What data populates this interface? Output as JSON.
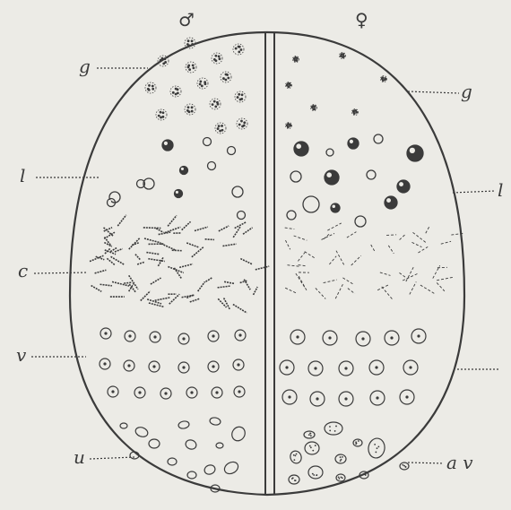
{
  "symbols": {
    "male": "♂",
    "female": "♀"
  },
  "labels": {
    "g_left": "g",
    "g_right": "g",
    "l_left": "l",
    "l_right": "l",
    "c_left": "c",
    "v_left": "v",
    "u_left": "u",
    "av_right": "a v"
  },
  "colors": {
    "background": "#ecebe6",
    "ink": "#3b3b3b"
  }
}
